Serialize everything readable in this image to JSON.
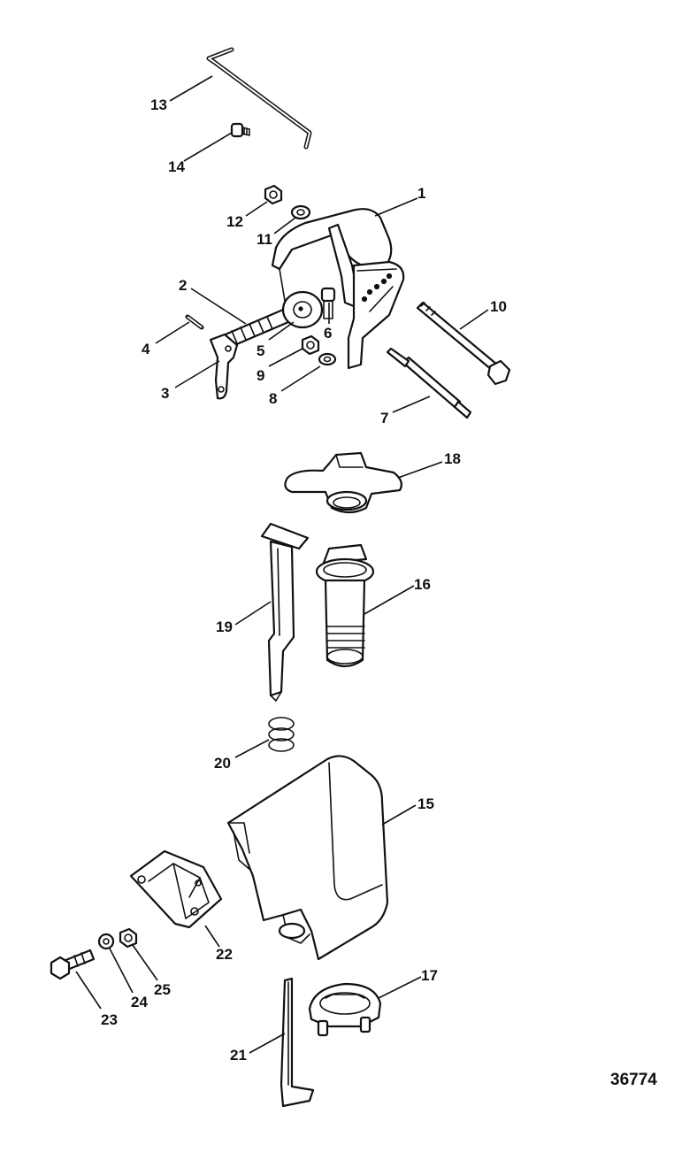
{
  "drawing_number": "36774",
  "callouts": [
    {
      "number": "1",
      "part": "clamp-bracket"
    },
    {
      "number": "2",
      "part": "clamp-screw"
    },
    {
      "number": "3",
      "part": "clamp-handle"
    },
    {
      "number": "4",
      "part": "pin"
    },
    {
      "number": "5",
      "part": "swivel-pad"
    },
    {
      "number": "6",
      "part": "screw"
    },
    {
      "number": "7",
      "part": "stud"
    },
    {
      "number": "8",
      "part": "washer"
    },
    {
      "number": "9",
      "part": "nut"
    },
    {
      "number": "10",
      "part": "bolt"
    },
    {
      "number": "11",
      "part": "washer"
    },
    {
      "number": "12",
      "part": "nut"
    },
    {
      "number": "13",
      "part": "tilt-rod"
    },
    {
      "number": "14",
      "part": "screw"
    },
    {
      "number": "15",
      "part": "swivel-housing"
    },
    {
      "number": "16",
      "part": "swivel-shaft"
    },
    {
      "number": "17",
      "part": "retainer-nut"
    },
    {
      "number": "18",
      "part": "tightening-nut"
    },
    {
      "number": "19",
      "part": "tilt-pin"
    },
    {
      "number": "20",
      "part": "spring"
    },
    {
      "number": "21",
      "part": "tilt-lever"
    },
    {
      "number": "22",
      "part": "bracket"
    },
    {
      "number": "23",
      "part": "bolt"
    },
    {
      "number": "24",
      "part": "washer"
    },
    {
      "number": "25",
      "part": "nut"
    }
  ]
}
